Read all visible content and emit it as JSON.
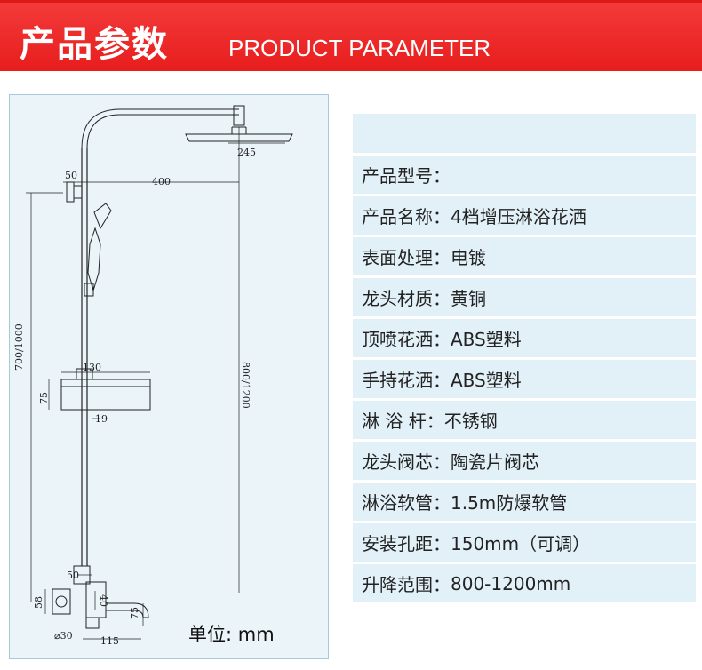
{
  "banner": {
    "title_zh": "产品参数",
    "title_en": "PRODUCT PARAMETER"
  },
  "diagram": {
    "dims": {
      "d245": "245",
      "d400": "400",
      "d50_top": "50",
      "d800_1200": "800/1200",
      "d700_1000": "700/1000",
      "d130": "130",
      "d75_basket": "75",
      "d19": "19",
      "d50_bottom": "50",
      "d58": "58",
      "d40": "40",
      "d75_spout": "75",
      "d30": "⌀30",
      "d115": "115"
    },
    "unit_label": "单位:  mm"
  },
  "specs": [
    {
      "label": "产品型号：",
      "value": ""
    },
    {
      "label": "产品名称：",
      "value": "4档增压淋浴花洒"
    },
    {
      "label": "表面处理：",
      "value": "电镀"
    },
    {
      "label": "龙头材质：",
      "value": "黄铜"
    },
    {
      "label": "顶喷花洒：",
      "value": "ABS塑料"
    },
    {
      "label": "手持花洒：",
      "value": "ABS塑料"
    },
    {
      "label": "淋 浴 杆：",
      "value": "不锈钢"
    },
    {
      "label": "龙头阀芯：",
      "value": "陶瓷片阀芯"
    },
    {
      "label": "淋浴软管：",
      "value": "1.5m防爆软管"
    },
    {
      "label": "安装孔距：",
      "value": "150mm（可调）"
    },
    {
      "label": "升降范围：",
      "value": "800-1200mm"
    }
  ],
  "colors": {
    "banner_red": "#e81d1d",
    "panel_bg": "#eaf4f9",
    "row_bg": "#e2f0f8"
  }
}
